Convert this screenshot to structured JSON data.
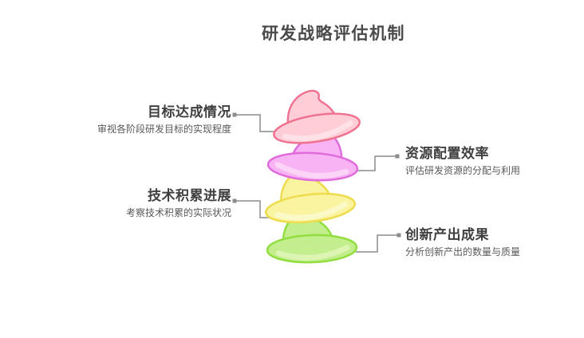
{
  "title": "研发战略评估机制",
  "items": [
    {
      "heading": "目标达成情况",
      "desc": "审视各阶段研发目标的实现程度",
      "side": "left",
      "hat": "pink"
    },
    {
      "heading": "资源配置效率",
      "desc": "评估研发资源的分配与利用",
      "side": "right",
      "hat": "magenta"
    },
    {
      "heading": "技术积累进展",
      "desc": "考察技术积累的实际状况",
      "side": "left",
      "hat": "yellow"
    },
    {
      "heading": "创新产出成果",
      "desc": "分析创新产出的数量与质量",
      "side": "right",
      "hat": "green"
    }
  ],
  "hats": [
    {
      "name": "pink-hat",
      "fill": "#FFCDD6",
      "stroke": "#F0708F",
      "highlight": "#FFE1E7"
    },
    {
      "name": "magenta-hat",
      "fill": "#F7B3F3",
      "stroke": "#E06CDC",
      "highlight": "#FBD4F8"
    },
    {
      "name": "yellow-hat",
      "fill": "#FAF3A0",
      "stroke": "#EDDC4E",
      "highlight": "#FCF9C9"
    },
    {
      "name": "green-hat",
      "fill": "#C3EE8E",
      "stroke": "#92DD3F",
      "highlight": "#DCF5B2"
    }
  ],
  "colors": {
    "background": "#FFFFFF",
    "title": "#4A4A4A",
    "heading": "#3F3F3F",
    "description": "#595959",
    "connector": "#8C8C8C"
  }
}
